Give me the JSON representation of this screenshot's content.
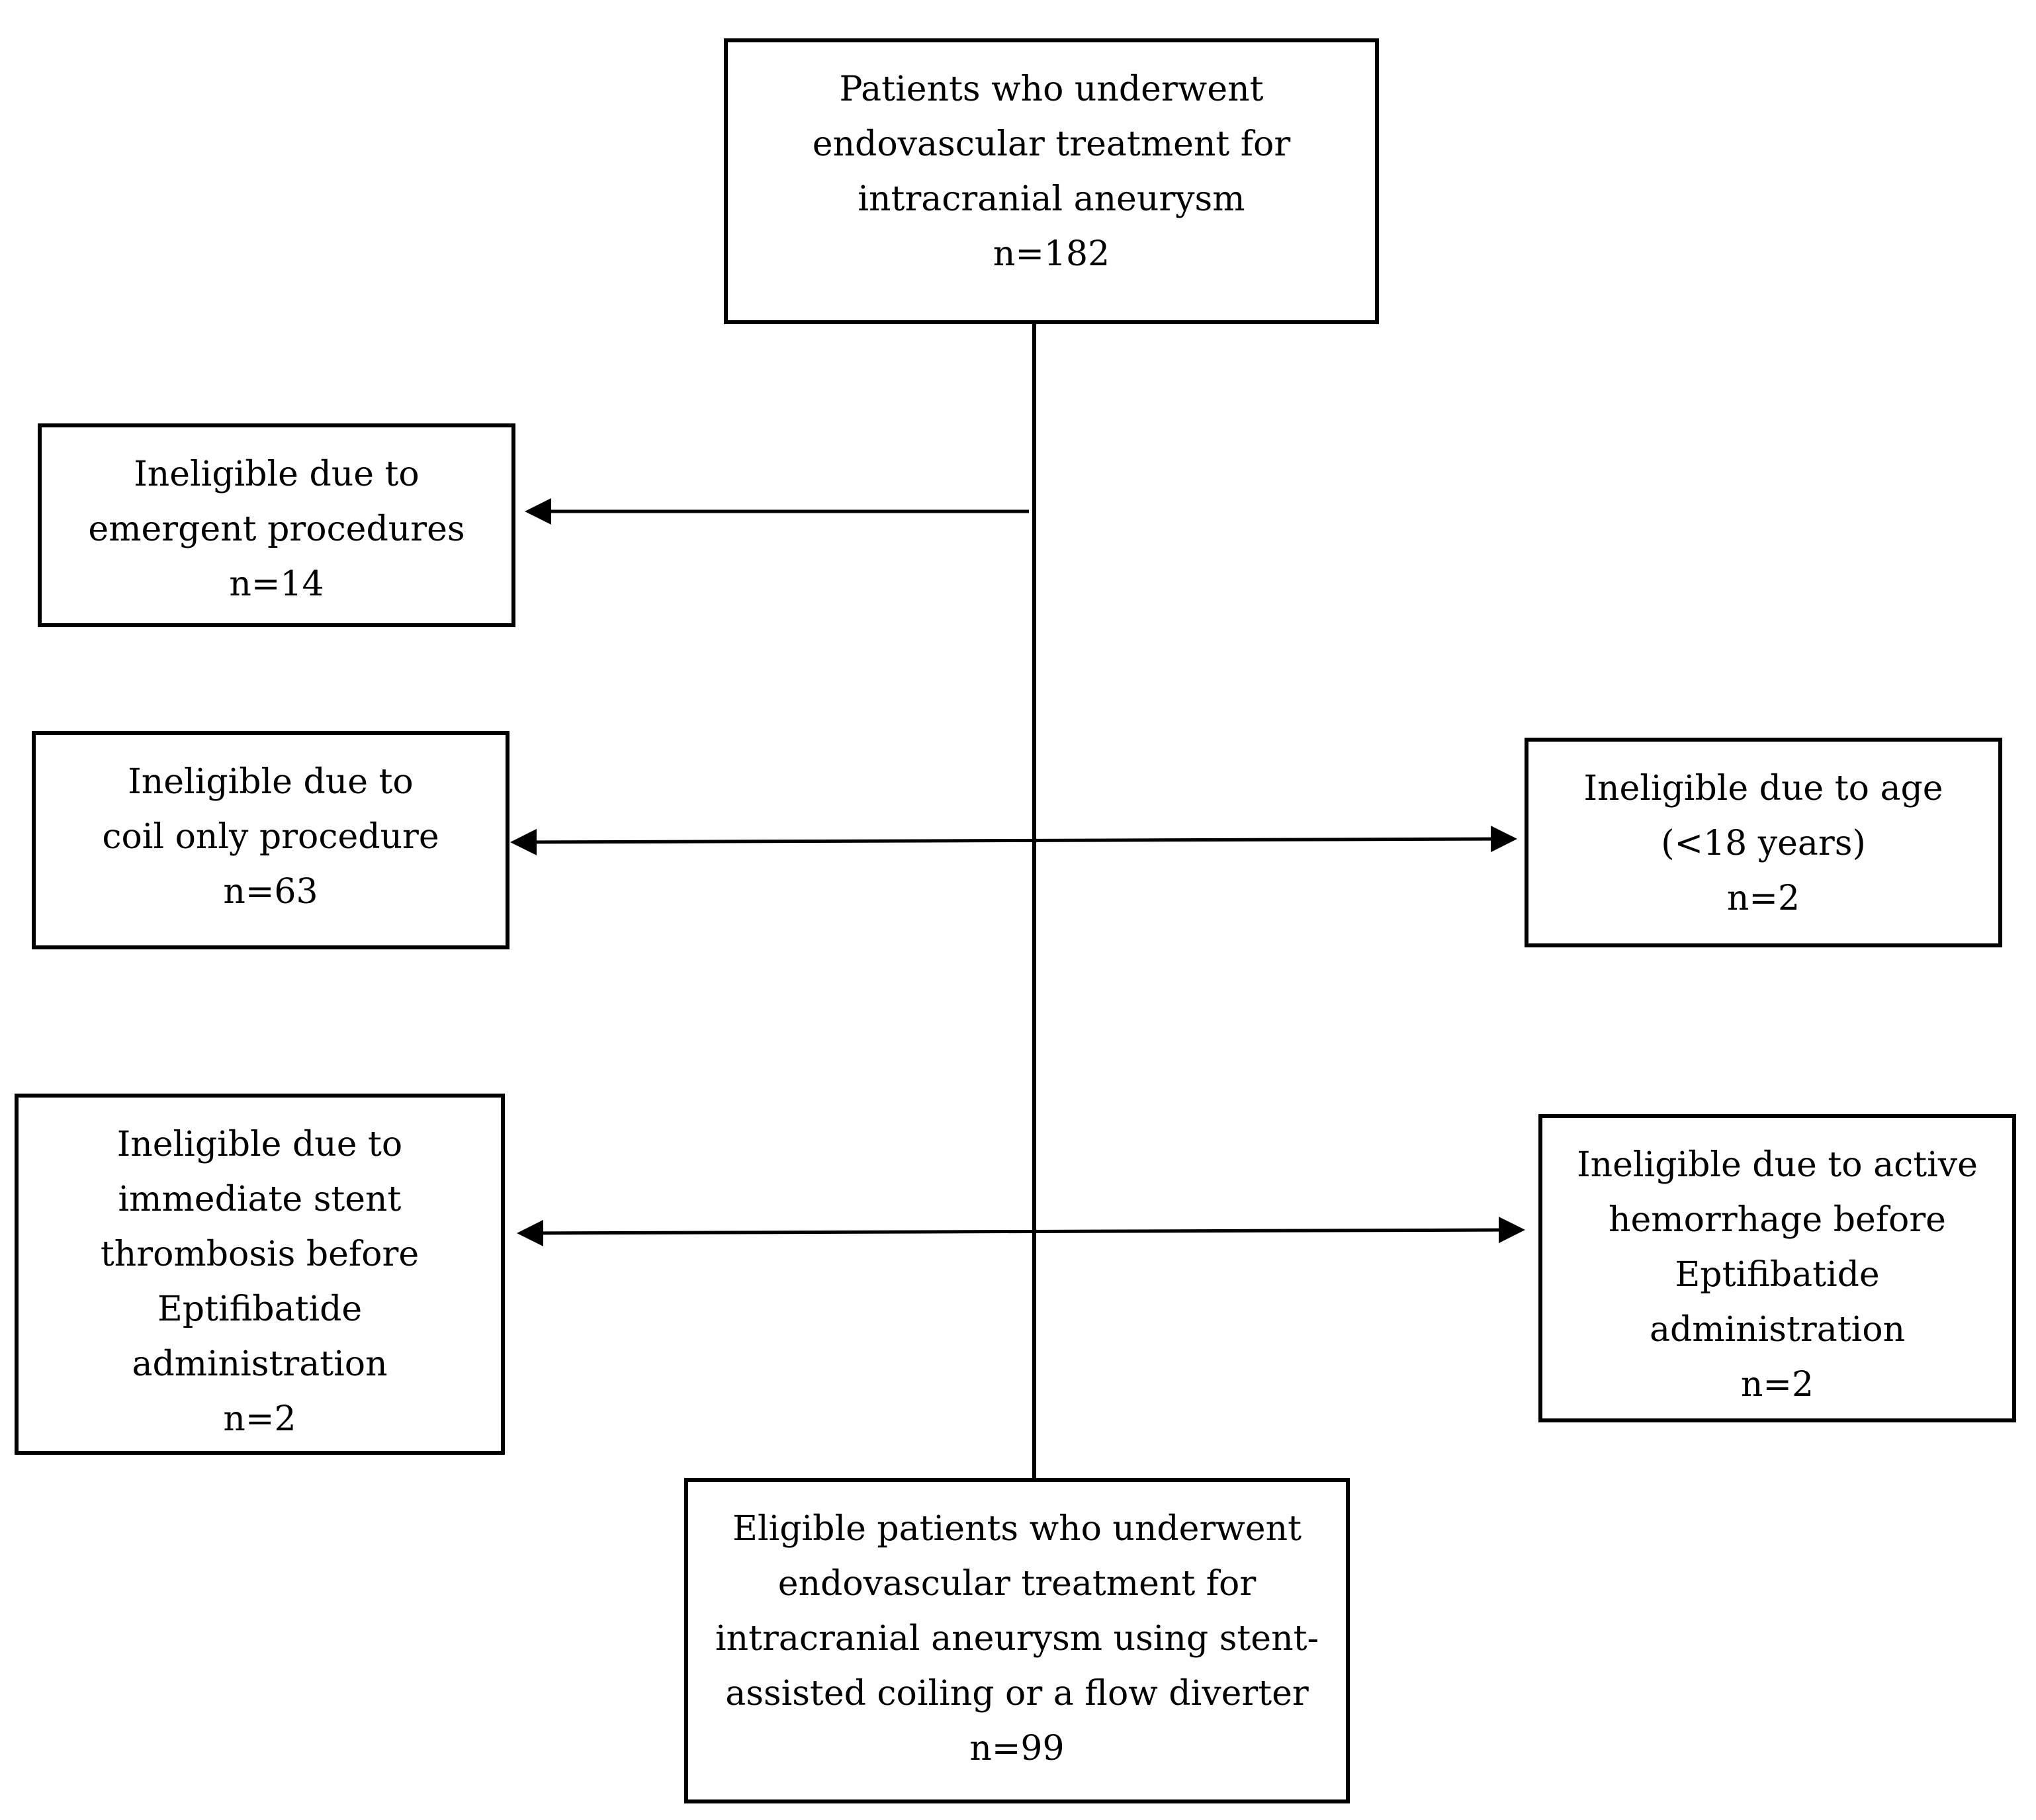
{
  "colors": {
    "stroke": "#000000",
    "background": "#ffffff"
  },
  "boxes": {
    "top": {
      "lines": [
        "Patients who underwent",
        "endovascular treatment for",
        "intracranial aneurysm",
        "n=182"
      ]
    },
    "emergent": {
      "lines": [
        "Ineligible due to",
        "emergent procedures",
        "n=14"
      ]
    },
    "coil_only": {
      "lines": [
        "Ineligible due to",
        "coil only procedure",
        "n=63"
      ]
    },
    "age": {
      "lines": [
        "Ineligible due to age",
        "(<18 years)",
        "n=2"
      ]
    },
    "stent_thrombosis": {
      "lines": [
        "Ineligible due to",
        "immediate stent",
        "thrombosis before",
        "Eptifibatide",
        "administration",
        "n=2"
      ]
    },
    "hemorrhage": {
      "lines": [
        "Ineligible due to active",
        "hemorrhage before",
        "Eptifibatide",
        "administration",
        "n=2"
      ]
    },
    "eligible": {
      "lines": [
        "Eligible patients who underwent",
        "endovascular treatment for",
        "intracranial aneurysm using stent-",
        "assisted coiling or a flow diverter",
        "n=99"
      ]
    }
  }
}
